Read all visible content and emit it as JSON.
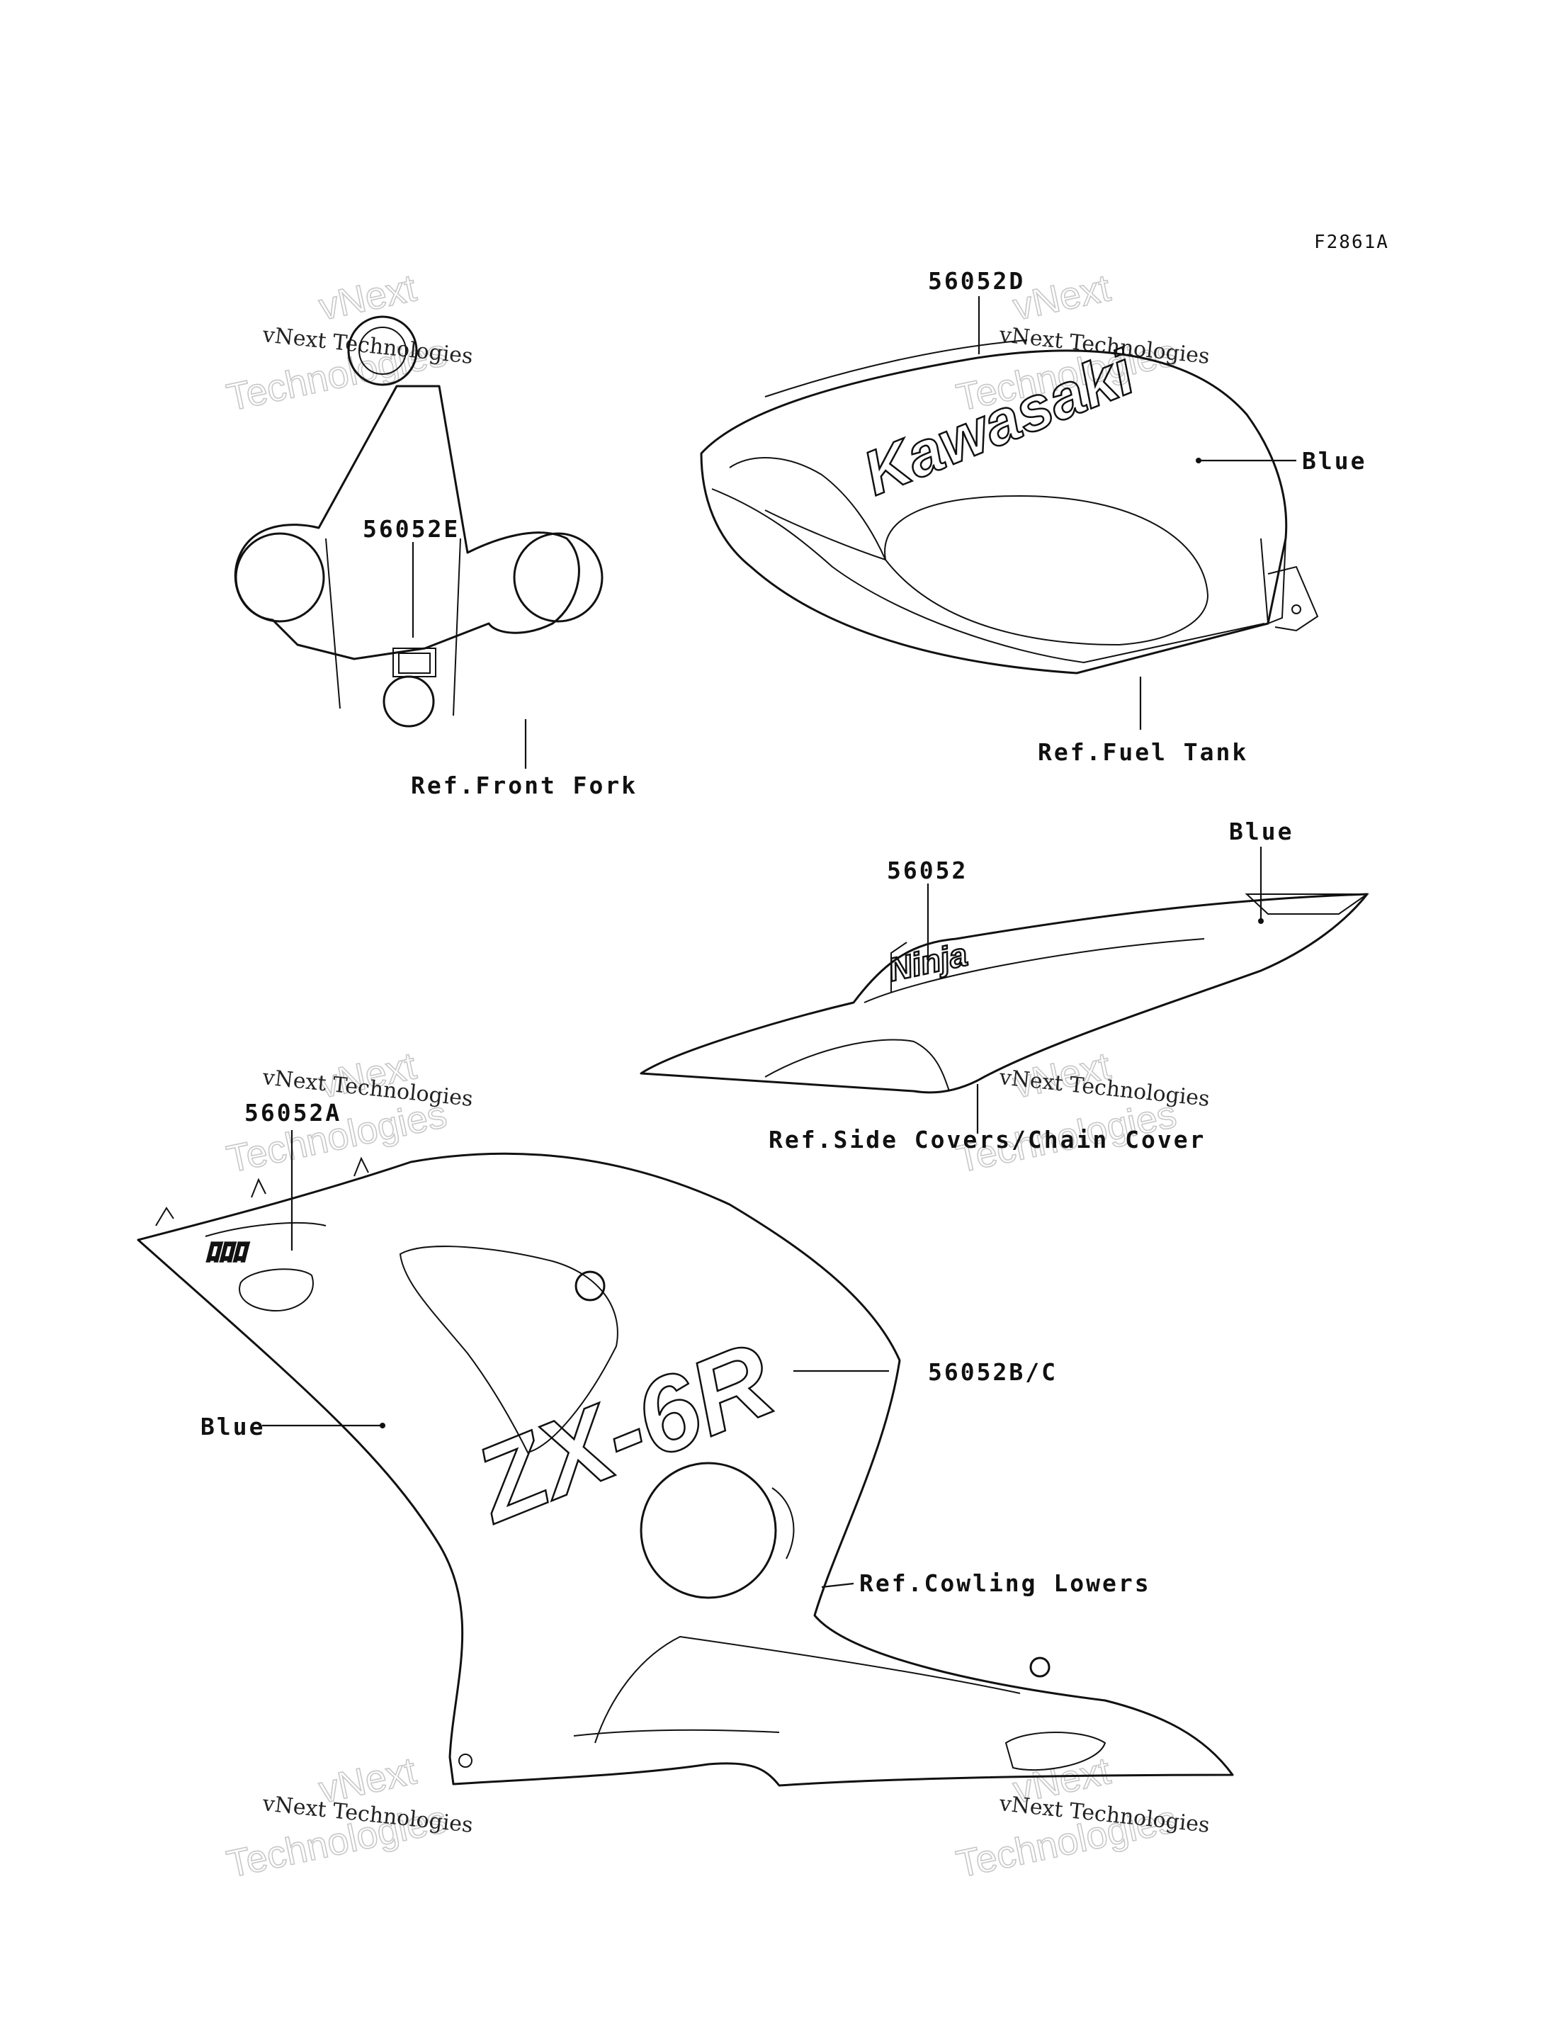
{
  "figure_code": "F2861A",
  "watermark": {
    "line1": "vNext",
    "line2": "vNext Technologies",
    "line3": "Technologies"
  },
  "callouts": {
    "part_56052D": "56052D",
    "part_56052E": "56052E",
    "part_56052": "56052",
    "part_56052A": "56052A",
    "part_56052BC": "56052B/C",
    "ref_front_fork": "Ref.Front Fork",
    "ref_fuel_tank": "Ref.Fuel Tank",
    "ref_side_covers": "Ref.Side Covers/Chain Cover",
    "ref_cowling_lowers": "Ref.Cowling Lowers",
    "color_tank": "Blue",
    "color_side_cover": "Blue",
    "color_cowling": "Blue"
  },
  "decal_text": {
    "tank_logo": "Kawasaki",
    "side_logo": "Ninja",
    "cowl_logo": "ZX-6R"
  }
}
